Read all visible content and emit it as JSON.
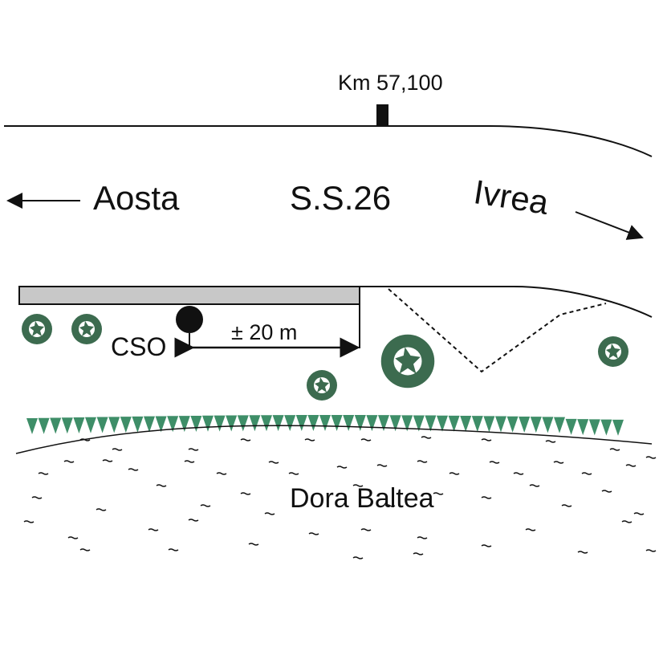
{
  "labels": {
    "km_marker": "Km 57,100",
    "aosta": "Aosta",
    "road": "S.S.26",
    "ivrea": "Ivrea",
    "cso": "CSO",
    "distance": "± 20 m",
    "river": "Dora Baltea"
  },
  "colors": {
    "line": "#111111",
    "outfall_pipe": "#c8c8c8",
    "vegetation_fill": "#3c6b4f",
    "vegetation_light": "#ffffff",
    "riverbank_vegetation": "#3e8e68"
  },
  "icons": {
    "km_marker": "km-post-icon",
    "cso": "cso-outfall-icon",
    "tree": "shrub-icon",
    "riverbank": "riverbank-vegetation-icon",
    "water": "water-surface-icon"
  }
}
